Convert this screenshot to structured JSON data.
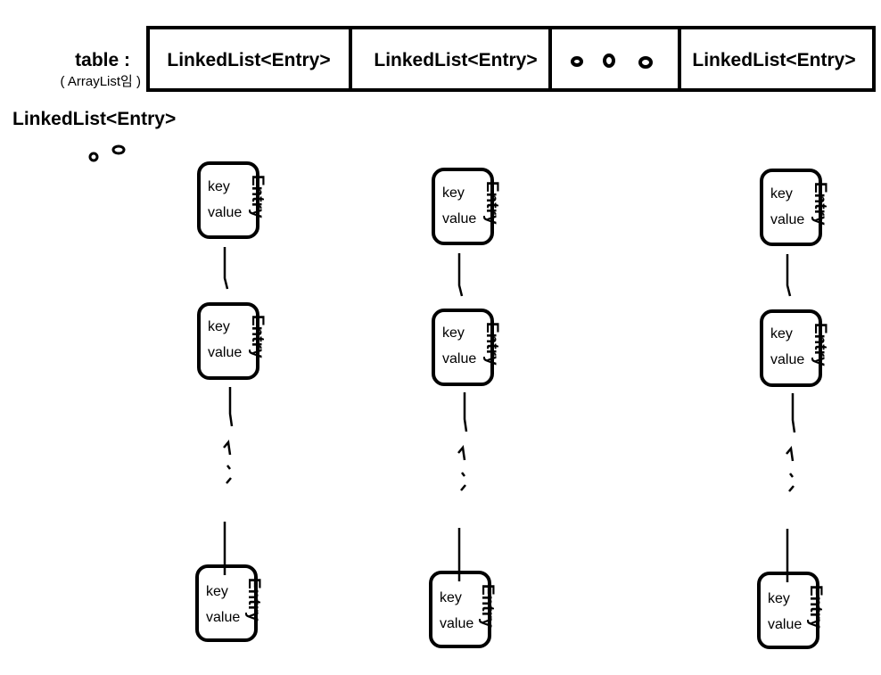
{
  "table_label": "table :",
  "table_sublabel": "( ArrayList임 )",
  "list_label": "LinkedList<Entry>",
  "cells": [
    {
      "label": "LinkedList<Entry>"
    },
    {
      "label": "LinkedList<Entry>"
    },
    {
      "label": ""
    },
    {
      "label": "LinkedList<Entry>"
    }
  ],
  "entry": {
    "key_label": "key",
    "value_label": "value",
    "side_label": "Entry"
  },
  "columns": [
    {
      "entries": 3
    },
    {
      "entries": 3
    },
    {
      "entries": 3
    }
  ],
  "colors": {
    "stroke": "#000000",
    "background": "#ffffff"
  }
}
